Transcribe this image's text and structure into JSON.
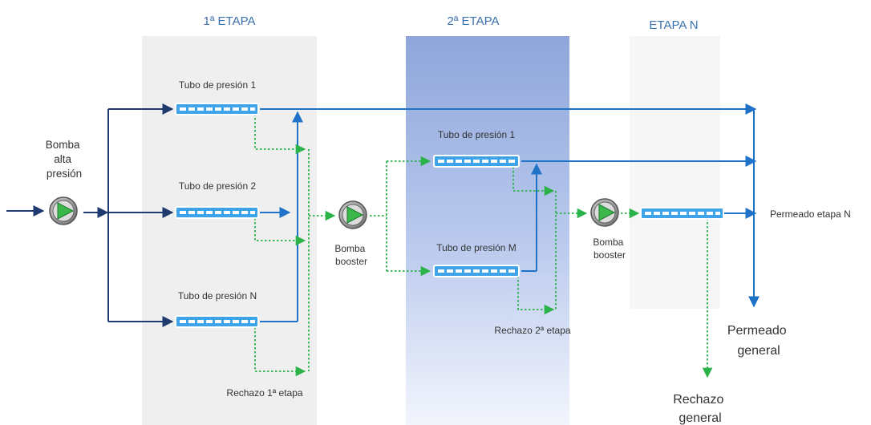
{
  "stages": {
    "stage1": "1ª ETAPA",
    "stage2": "2ª ETAPA",
    "stageN": "ETAPA N"
  },
  "pumps": {
    "high_pressure": [
      "Bomba",
      "alta",
      "presión"
    ],
    "booster1": [
      "Bomba",
      "booster"
    ],
    "booster2": [
      "Bomba",
      "booster"
    ]
  },
  "tubes": {
    "s1_t1": "Tubo de presión 1",
    "s1_t2": "Tubo de presión 2",
    "s1_tN": "Tubo de presión N",
    "s2_t1": "Tubo de presión 1",
    "s2_tM": "Tubo de presión M"
  },
  "labels": {
    "reject_stage1": "Rechazo 1ª etapa",
    "reject_stage2": "Rechazo 2ª etapa",
    "permeate_stageN": "Permeado etapa N",
    "permeate_general": [
      "Permeado",
      "general"
    ],
    "reject_general": [
      "Rechazo",
      "general"
    ]
  },
  "colors": {
    "feed_line": "#1f3a6e",
    "permeate_line": "#1e73c8",
    "reject_line": "#2bb34a",
    "tube_fill": "#3fa3ea",
    "stage_panel": "#eeeeee",
    "stage2_panel_top": "#8fa8dc",
    "pump_arrow": "#3cb84a"
  }
}
